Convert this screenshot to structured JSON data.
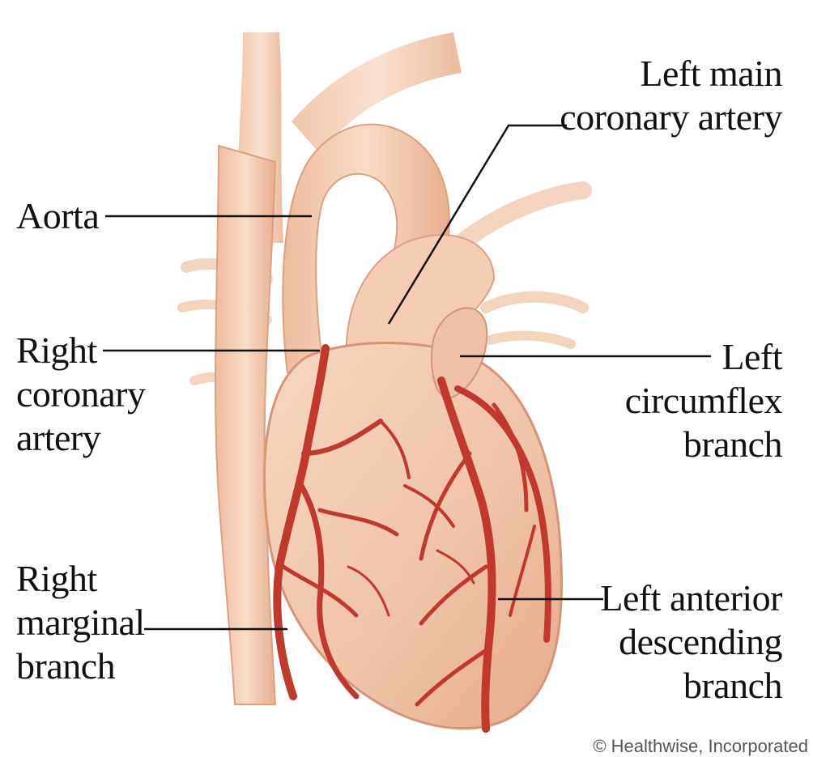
{
  "labels": {
    "left_main": [
      "Left main",
      "coronary artery"
    ],
    "aorta": [
      "Aorta"
    ],
    "right_coronary": [
      "Right",
      "coronary",
      "artery"
    ],
    "left_circumflex": [
      "Left",
      "circumflex",
      "branch"
    ],
    "right_marginal": [
      "Right",
      "marginal",
      "branch"
    ],
    "left_anterior_descending": [
      "Left anterior",
      "descending",
      "branch"
    ]
  },
  "credit": "© Healthwise, Incorporated",
  "colors": {
    "tissue": "#f2c9ae",
    "tissue_shadow": "#e4a989",
    "artery": "#c0392b",
    "leader": "#111111"
  }
}
